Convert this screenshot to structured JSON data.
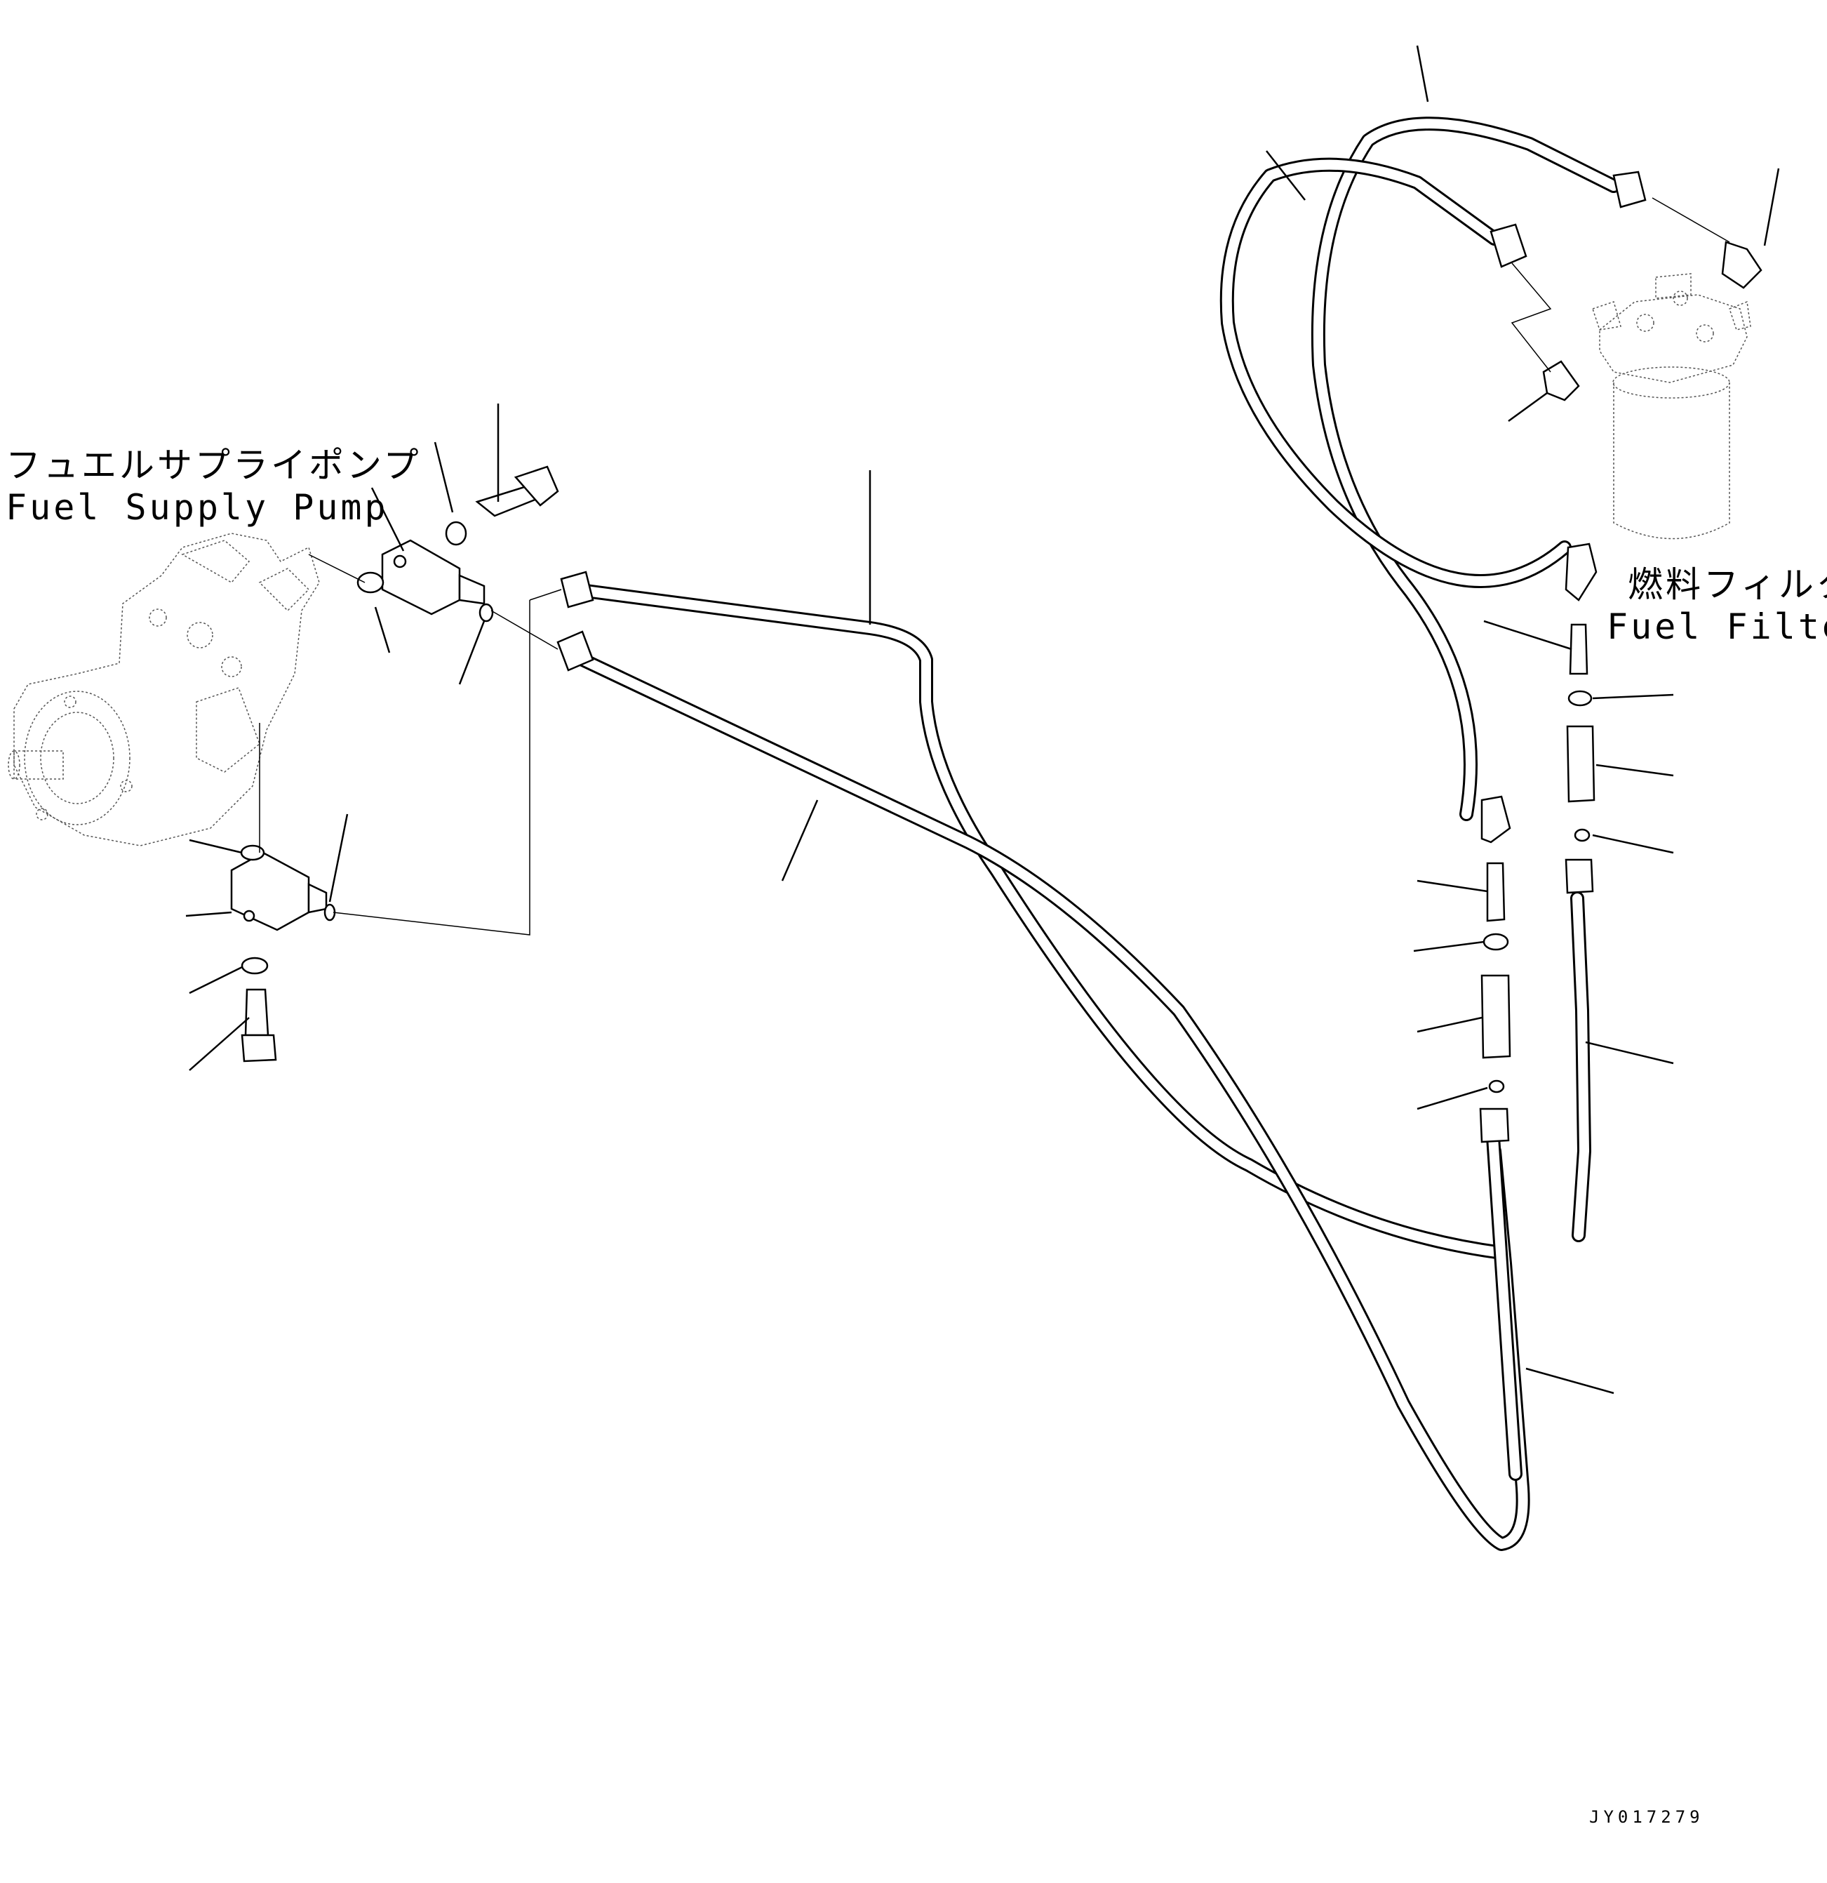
{
  "labels": {
    "pump_jp": "フュエルサプライポンプ",
    "pump_en": "Fuel Supply Pump",
    "filter_jp": "燃料フィルタ",
    "filter_en": "Fuel Filter",
    "drawing_number": "JY017279"
  },
  "components": [
    "fuel-supply-pump",
    "fuel-filter",
    "upper-joint-block",
    "lower-joint-block",
    "hose-pump-upper",
    "hose-pump-lower",
    "hose-filter-outer",
    "hose-filter-inner",
    "hose-right-vertical",
    "hose-center-vertical"
  ]
}
